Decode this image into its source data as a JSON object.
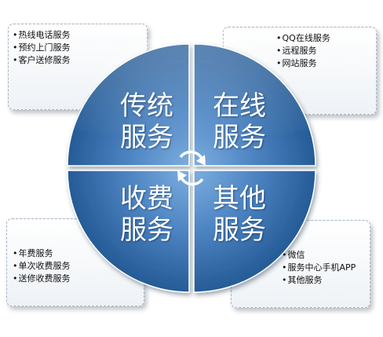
{
  "quadrants": {
    "traditional": {
      "line1": "传统",
      "line2": "服务"
    },
    "online": {
      "line1": "在线",
      "line2": "服务"
    },
    "charge": {
      "line1": "收费",
      "line2": "服务"
    },
    "other": {
      "line1": "其他",
      "line2": "服务"
    }
  },
  "boxes": {
    "traditional": [
      "热线电话服务",
      "预约上门服务",
      "客户送修服务"
    ],
    "online": [
      "QQ在线服务",
      "远程服务",
      "网站服务"
    ],
    "charge": [
      "年费服务",
      "单次收费服务",
      "送修收费服务"
    ],
    "other": [
      "微信",
      "服务中心手机APP",
      "其他服务"
    ]
  },
  "colors": {
    "quadrant_dark": "#1f5590",
    "quadrant_light": "#7fb0e0",
    "label_text": "#ffffff",
    "box_border": "#a8b4c2"
  },
  "icons": {
    "center": "cycle-arrows-icon"
  }
}
